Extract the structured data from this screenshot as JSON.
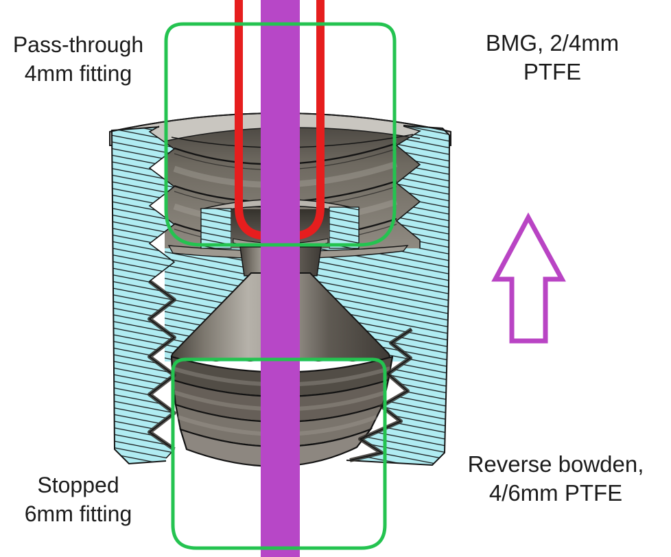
{
  "labels": {
    "pass_through": {
      "line1": "Pass-through",
      "line2": "4mm fitting"
    },
    "bmg": {
      "line1": "BMG, 2/4mm",
      "line2": "PTFE"
    },
    "stopped": {
      "line1": "Stopped",
      "line2": "6mm fitting"
    },
    "reverse_bowden": {
      "line1": "Reverse bowden,",
      "line2": "4/6mm PTFE"
    }
  },
  "icons": {
    "direction_arrow": "up-arrow-outline"
  },
  "colors": {
    "highlight_green": "#24c350",
    "filament_purple": "#b747c7",
    "tube_red": "#e61e1e",
    "hatch_cyan": "#b0ecf2",
    "arrow_magenta": "#b944c4",
    "label_ink": "#1b1b1b"
  }
}
